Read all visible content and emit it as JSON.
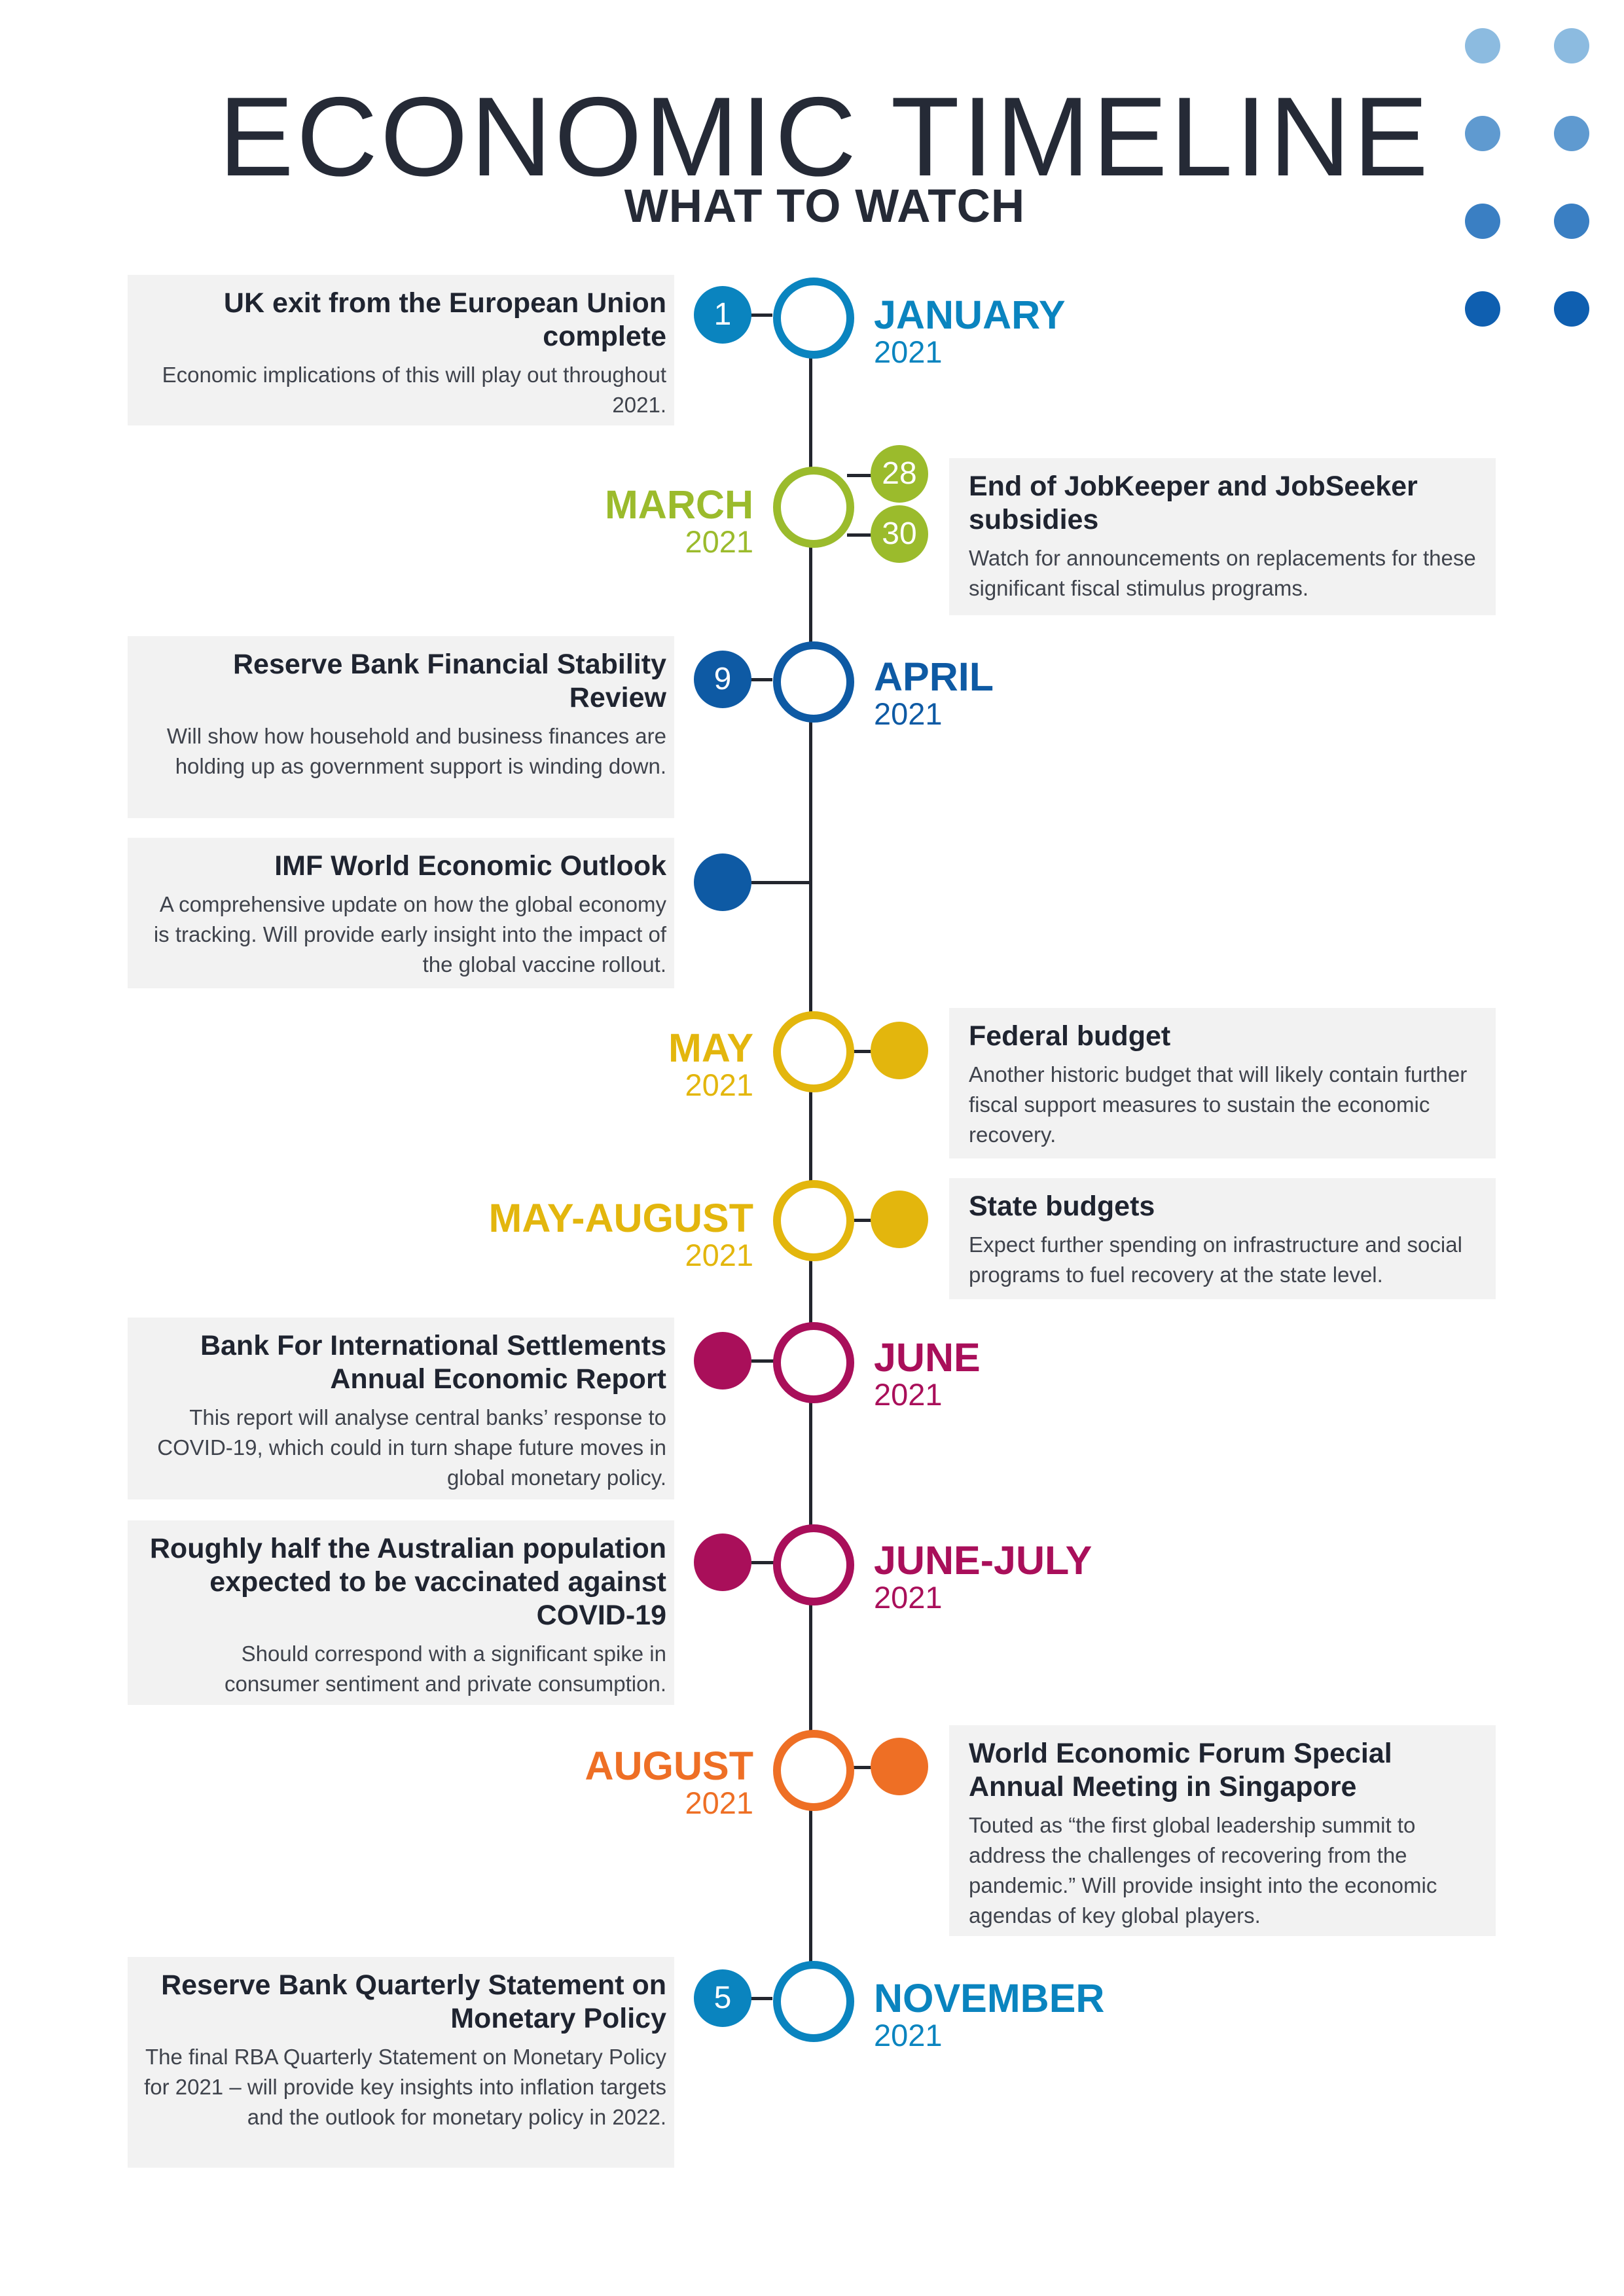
{
  "title": "ECONOMIC TIMELINE",
  "subtitle": "WHAT TO WATCH",
  "colors": {
    "blue": "#0a84bf",
    "green": "#9bbb2c",
    "navy": "#0e5aa4",
    "yellow": "#e3b60d",
    "magenta": "#a90f5a",
    "orange": "#ee6f25",
    "text": "#252a36",
    "box": "#f2f2f2"
  },
  "months": {
    "january": {
      "name": "JANUARY",
      "year": "2021"
    },
    "march": {
      "name": "MARCH",
      "year": "2021"
    },
    "april": {
      "name": "APRIL",
      "year": "2021"
    },
    "may": {
      "name": "MAY",
      "year": "2021"
    },
    "may_august": {
      "name": "MAY-AUGUST",
      "year": "2021"
    },
    "june": {
      "name": "JUNE",
      "year": "2021"
    },
    "june_july": {
      "name": "JUNE-JULY",
      "year": "2021"
    },
    "august": {
      "name": "AUGUST",
      "year": "2021"
    },
    "november": {
      "name": "NOVEMBER",
      "year": "2021"
    }
  },
  "events": {
    "brexit": {
      "day": "1",
      "title": "UK exit from the European Union complete",
      "description": "Economic implications of this will play out throughout 2021."
    },
    "jobkeeper": {
      "days": [
        "28",
        "30"
      ],
      "title": "End of JobKeeper and JobSeeker subsidies",
      "description": "Watch for announcements on replacements for these significant fiscal stimulus programs."
    },
    "rba_fsr": {
      "day": "9",
      "title": "Reserve Bank Financial Stability Review",
      "description": "Will show how household and business finances are holding up as government support is winding down."
    },
    "imf_weo": {
      "title": "IMF World Economic Outlook",
      "description": "A comprehensive update on how the global economy is tracking. Will provide early insight into the impact of the global vaccine rollout."
    },
    "federal_budget": {
      "title": "Federal budget",
      "description": "Another historic budget that will likely contain further fiscal support measures to sustain the economic recovery."
    },
    "state_budgets": {
      "title": "State budgets",
      "description": "Expect further spending on infrastructure and social programs to fuel recovery at the state level."
    },
    "bis_report": {
      "title": "Bank For International Settlements Annual Economic Report",
      "description": "This report will analyse central banks’ response to COVID-19, which could in turn shape future moves in global monetary policy."
    },
    "vaccination": {
      "title": "Roughly half the Australian population expected to be vaccinated against COVID-19",
      "description": "Should correspond with a significant spike in consumer sentiment and private consumption."
    },
    "wef": {
      "title": "World Economic Forum Special Annual Meeting in Singapore",
      "description": "Touted as “the first global leadership summit to address the challenges of recovering from the pandemic.” Will provide insight into the economic agendas of key global players."
    },
    "rba_smp": {
      "day": "5",
      "title": "Reserve Bank Quarterly Statement on Monetary Policy",
      "description": "The final RBA Quarterly Statement on Monetary Policy for 2021 – will provide key insights into inflation targets and the outlook for monetary policy in 2022."
    }
  }
}
